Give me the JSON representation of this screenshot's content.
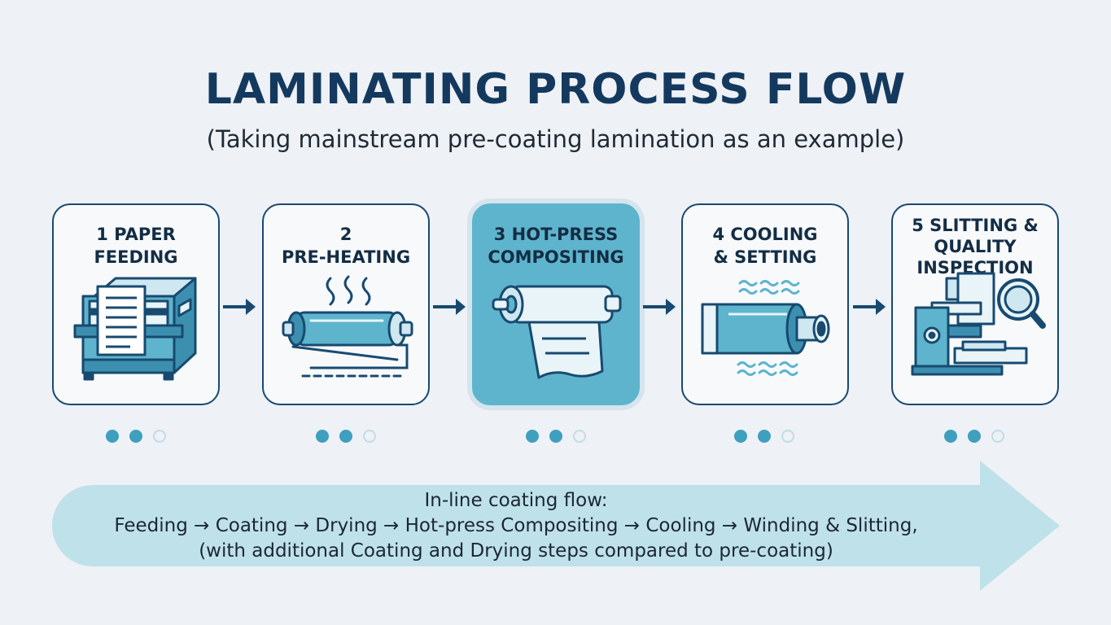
{
  "title": "LAMINATING PROCESS FLOW",
  "subtitle": "(Taking mainstream pre-coating lamination as an example)",
  "steps": [
    {
      "label": "1 PAPER\nFEEDING",
      "icon": "paper-feeder-icon",
      "active": false
    },
    {
      "label": "2\nPRE-HEATING",
      "icon": "heated-roller-icon",
      "active": false
    },
    {
      "label": "3 HOT-PRESS\nCOMPOSITING",
      "icon": "roll-laminator-icon",
      "active": true
    },
    {
      "label": "4 COOLING\n& SETTING",
      "icon": "cooling-roller-icon",
      "active": false
    },
    {
      "label": "5 SLITTING &\nQUALITY\nINSPECTION",
      "icon": "inspection-magnifier-icon",
      "active": false
    }
  ],
  "colors": {
    "primary": "#184a70",
    "accent": "#5eb4cc",
    "band": "#bfe1ea",
    "background": "#eef1f5"
  },
  "inline_flow": {
    "heading": "In-line coating flow:",
    "sequence": "Feeding → Coating → Drying → Hot-press Compositing → Cooling → Winding & Slitting,",
    "note": "(with additional Coating and Drying steps compared to pre-coating)"
  }
}
